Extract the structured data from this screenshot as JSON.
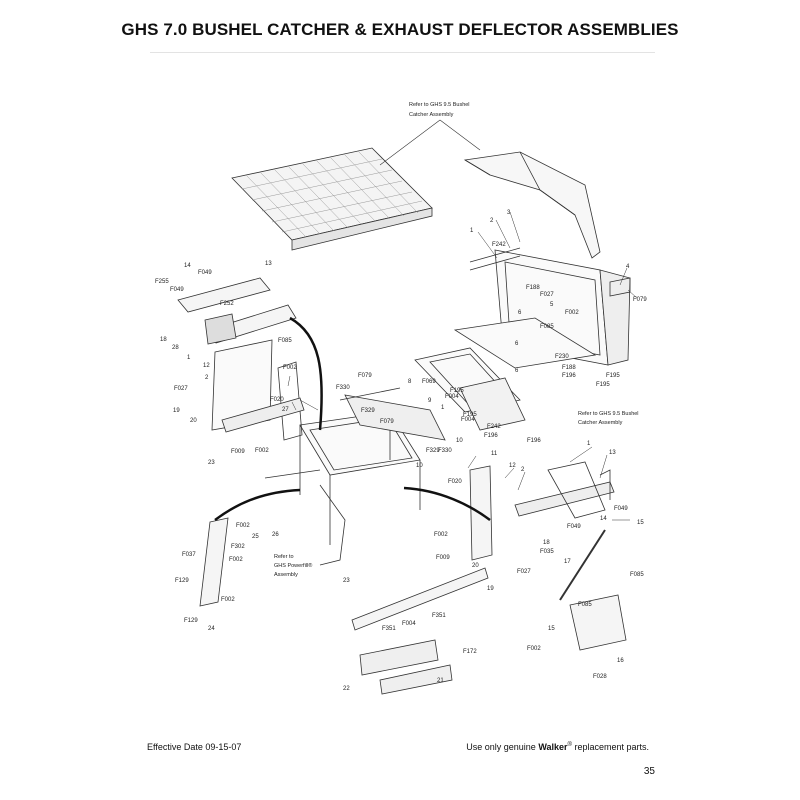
{
  "title": "GHS 7.0 BUSHEL CATCHER & EXHAUST DEFLECTOR ASSEMBLIES",
  "notes": {
    "refer_95_top_line1": "Refer to GHS 9.5 Bushel",
    "refer_95_top_line2": "Catcher Assembly",
    "refer_95_mid_line1": "Refer to GHS 9.5 Bushel",
    "refer_95_mid_line2": "Catcher Assembly",
    "refer_powerfill_line1": "Refer to",
    "refer_powerfill_line2": "GHS Powerfill®",
    "refer_powerfill_line3": "Assembly"
  },
  "callouts": {
    "c1": "1",
    "c2": "2",
    "c3": "3",
    "c4": "4",
    "c5": "5",
    "c6": "6",
    "c8": "8",
    "c9": "9",
    "c10": "10",
    "c11": "11",
    "c12": "12",
    "c13": "13",
    "c14": "14",
    "c15": "15",
    "c16": "16",
    "c17": "17",
    "c18": "18",
    "c19": "19",
    "c20": "20",
    "c21": "21",
    "c22": "22",
    "c23": "23",
    "c24": "24",
    "c25": "25",
    "c26": "26",
    "c27": "27",
    "c28": "28",
    "F002": "F002",
    "F004": "F004",
    "F009": "F009",
    "F020": "F020",
    "F027": "F027",
    "F028": "F028",
    "F035": "F035",
    "F037": "F037",
    "F049": "F049",
    "F069": "F069",
    "F079": "F079",
    "F085": "F085",
    "F129": "F129",
    "F172": "F172",
    "F188": "F188",
    "F195": "F195",
    "F196": "F196",
    "F230": "F230",
    "F242": "F242",
    "F252": "F252",
    "F255": "F255",
    "F302": "F302",
    "F329": "F329",
    "F330": "F330",
    "F351": "F351"
  },
  "footer": {
    "effective_date": "Effective Date 09-15-07",
    "replacement_prefix": "Use only genuine",
    "brand": "Walker",
    "brand_mark": "®",
    "replacement_suffix": "replacement parts.",
    "page_number": "35"
  }
}
